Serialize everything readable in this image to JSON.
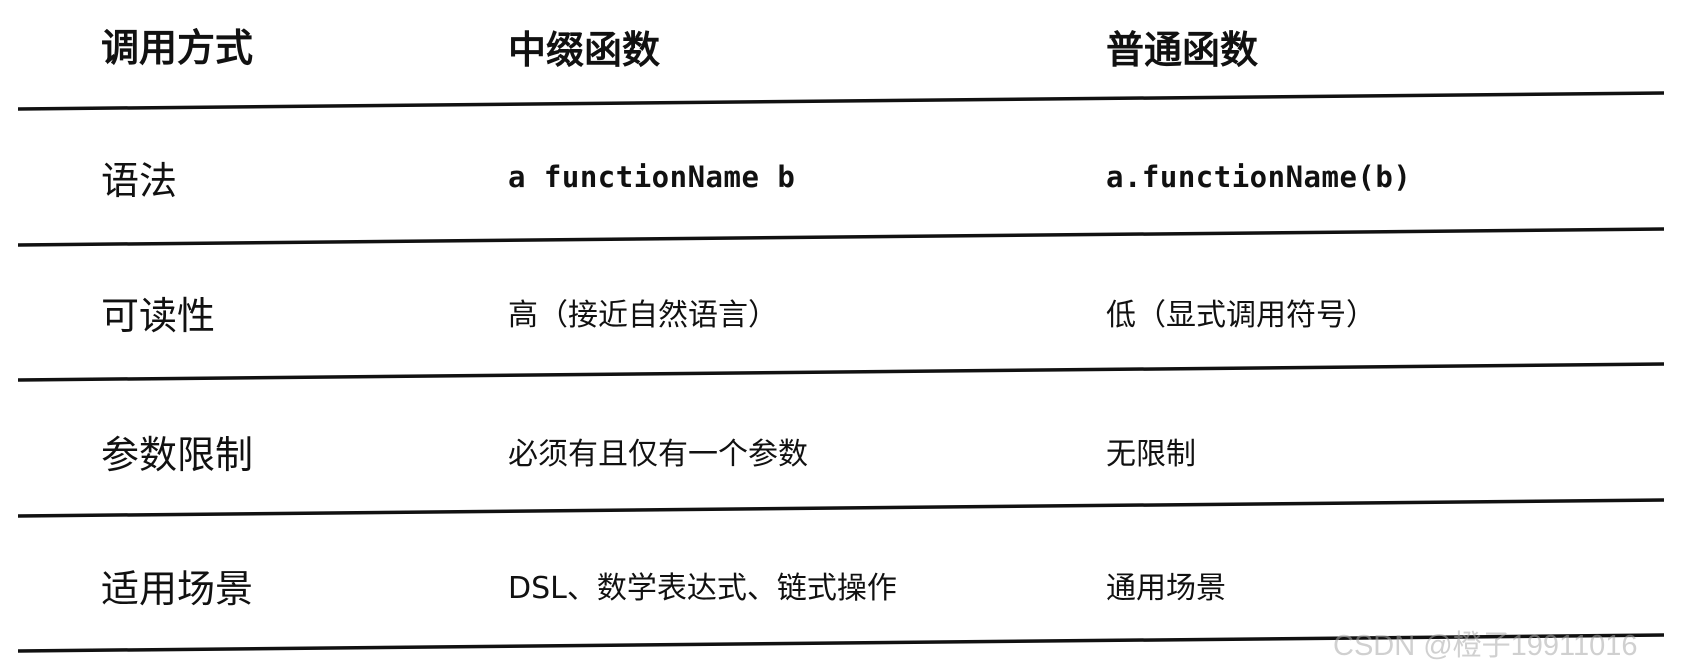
{
  "table": {
    "headers": [
      "调用方式",
      "中缀函数",
      "普通函数"
    ],
    "rows": [
      {
        "label": "语法",
        "infix": "a functionName b",
        "normal": "a.functionName(b)"
      },
      {
        "label": "可读性",
        "infix": "高（接近自然语言）",
        "normal": "低（显式调用符号）"
      },
      {
        "label": "参数限制",
        "infix": "必须有且仅有一个参数",
        "normal": "无限制"
      },
      {
        "label": "适用场景",
        "infix": "DSL、数学表达式、链式操作",
        "normal": "通用场景"
      }
    ]
  },
  "watermark": "CSDN @橙子19911016",
  "colors": {
    "text": "#111111",
    "rule": "#111111",
    "watermark": "#aaaaaa",
    "background": "#ffffff"
  }
}
